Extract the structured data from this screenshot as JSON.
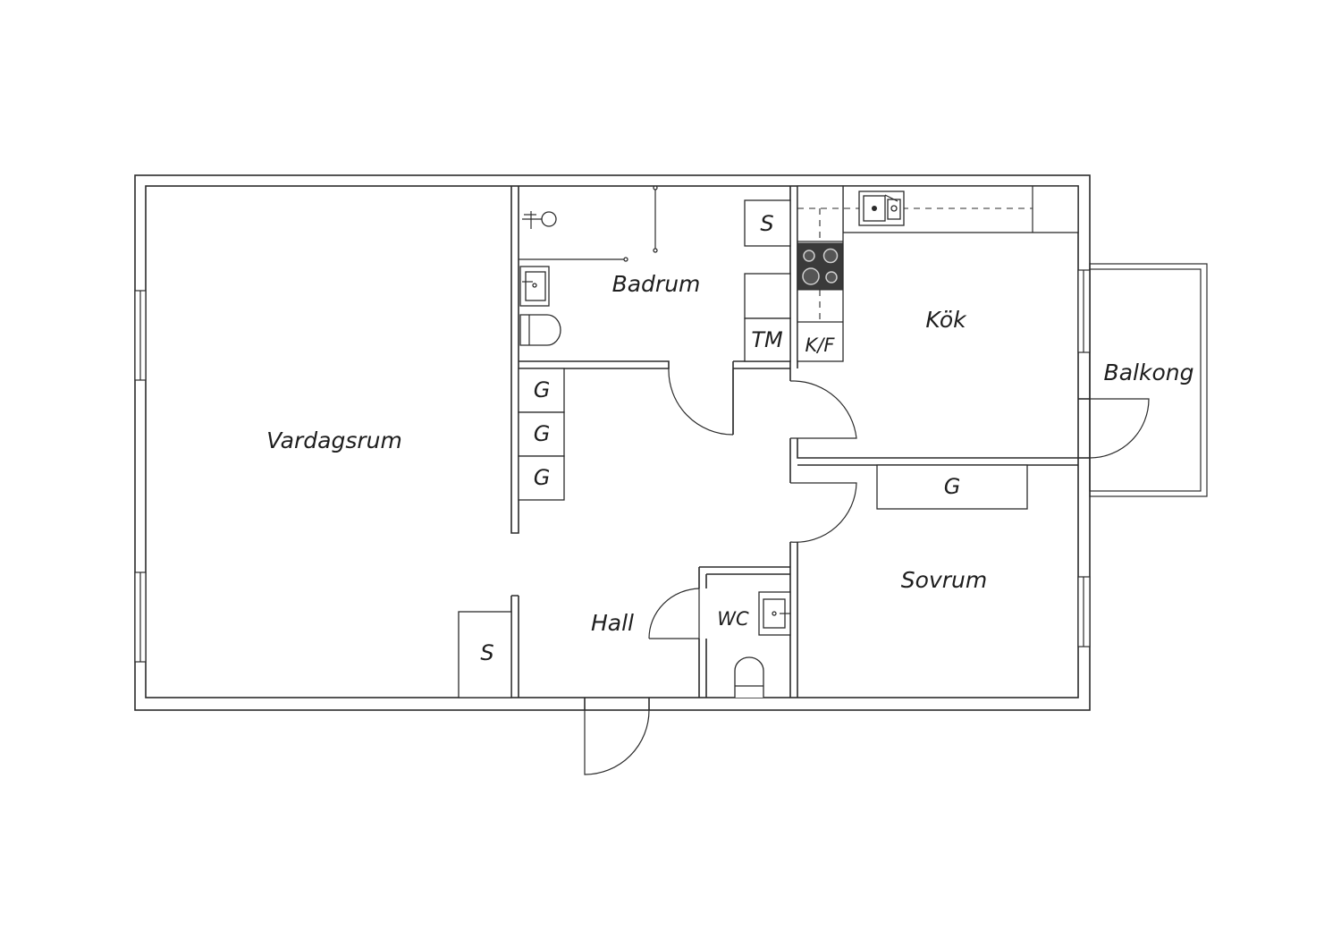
{
  "floorplan": {
    "rooms": {
      "vardagsrum": "Vardagsrum",
      "badrum": "Badrum",
      "kok": "Kök",
      "balkong": "Balkong",
      "hall": "Hall",
      "wc": "WC",
      "sovrum": "Sovrum"
    },
    "fixtures": {
      "storage": "S",
      "wardrobe": "G",
      "washer": "TM",
      "fridge_freezer": "K/F"
    }
  },
  "colors": {
    "line": "#2b2b2b",
    "background": "#ffffff",
    "hob": "#3a3a3a"
  }
}
